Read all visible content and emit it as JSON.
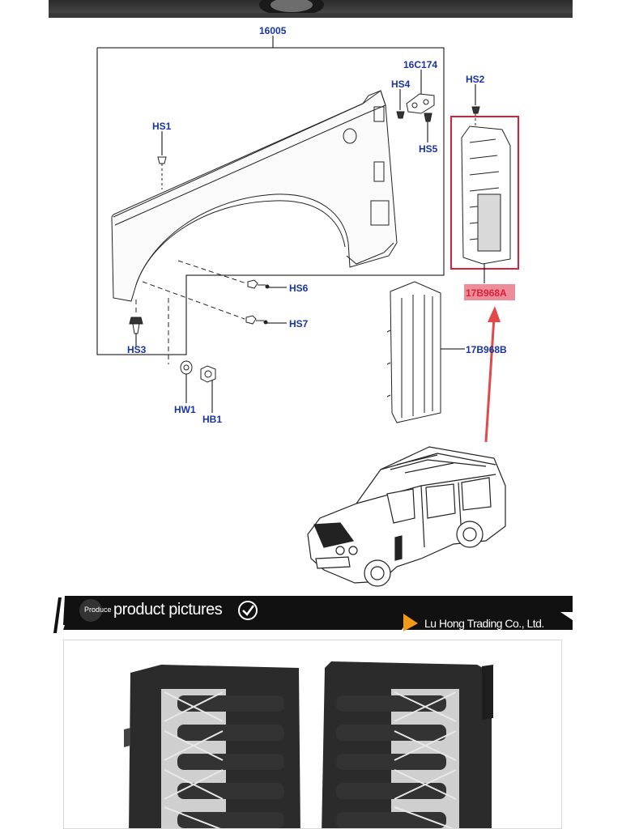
{
  "diagram": {
    "labels": {
      "assembly": "16005",
      "bracket": "16C174",
      "hs1": "HS1",
      "hs2": "HS2",
      "hs3": "HS3",
      "hs4": "HS4",
      "hs5": "HS5",
      "hs6": "HS6",
      "hs7": "HS7",
      "hw1": "HW1",
      "hb1": "HB1",
      "vent_a": "17B968A",
      "vent_b": "17B968B"
    },
    "highlight_color": "#d8203a",
    "label_color": "#1733a6"
  },
  "banner": {
    "badge": "Produce",
    "title": "product pictures",
    "company": "Lu Hong Trading Co., Ltd."
  }
}
